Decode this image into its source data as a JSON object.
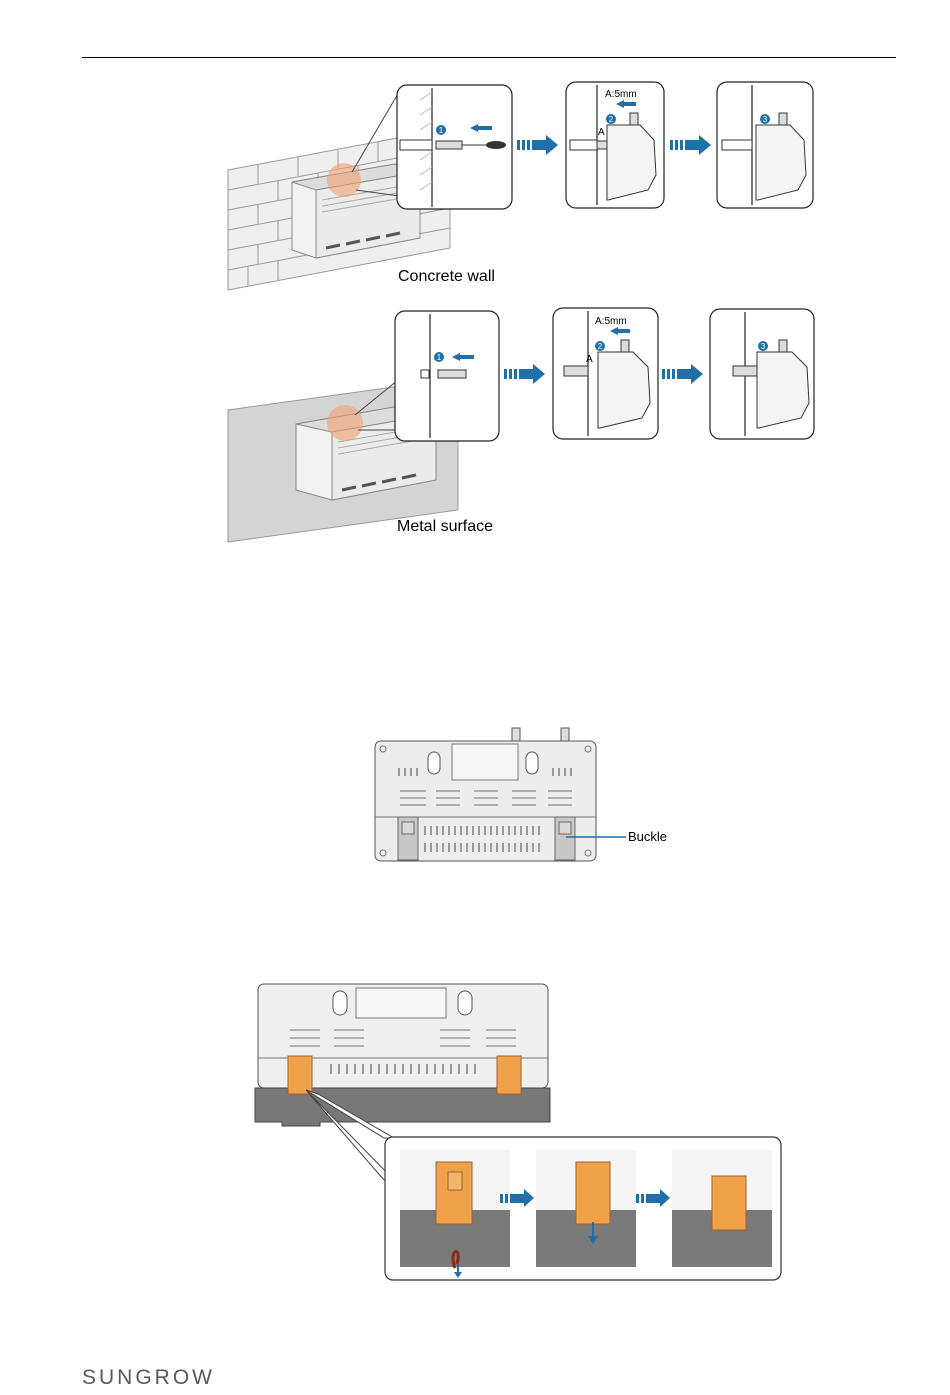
{
  "document": {
    "brand": "SUNGROW"
  },
  "figures": {
    "concrete_wall": {
      "caption": "Concrete wall",
      "step_markers": [
        "1",
        "2",
        "3"
      ],
      "dimension_label": "A:5mm",
      "point_label": "A"
    },
    "metal_surface": {
      "caption": "Metal surface",
      "step_markers": [
        "1",
        "2",
        "3"
      ],
      "dimension_label": "A:5mm",
      "point_label": "A"
    },
    "buckle_figure": {
      "callout_label": "Buckle"
    }
  },
  "colors": {
    "arrow_blue": "#1f6fa8",
    "buckle_orange": "#f0a24a",
    "highlight_orange": "#f2a070",
    "device_grey": "#e6e6e6",
    "dark_grey": "#777777"
  }
}
